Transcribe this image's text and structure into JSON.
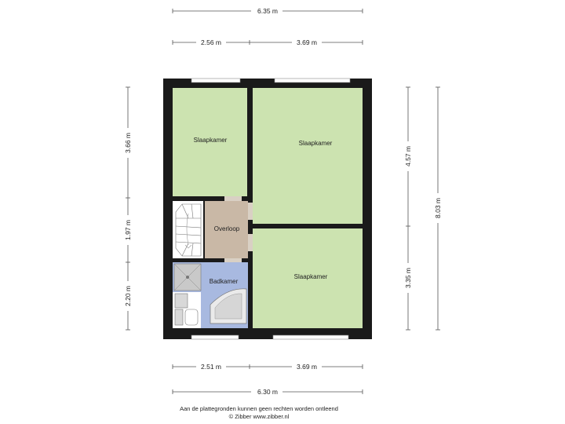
{
  "dimensions": {
    "top_total": "6.35 m",
    "top_left": "2.56 m",
    "top_right": "3.69 m",
    "bottom_left": "2.51 m",
    "bottom_right": "3.69 m",
    "bottom_total": "6.30 m",
    "left_top": "3.66 m",
    "left_middle": "1.97 m",
    "left_bottom": "2.20 m",
    "right_top": "4.57 m",
    "right_bottom": "3.35 m",
    "right_total": "8.03 m"
  },
  "rooms": {
    "bedroom_1": "Slaapkamer",
    "bedroom_2": "Slaapkamer",
    "bedroom_3": "Slaapkamer",
    "landing": "Overloop",
    "bathroom": "Badkamer"
  },
  "colors": {
    "bedroom": "#cce3b0",
    "landing": "#c9b8a6",
    "bathroom": "#a8b9e0",
    "wall": "#1a1a1a",
    "stair": "#ffffff"
  },
  "footer": {
    "line1": "Aan de plattegronden kunnen geen rechten worden ontleend",
    "line2": "© Zibber www.zibber.nl"
  }
}
